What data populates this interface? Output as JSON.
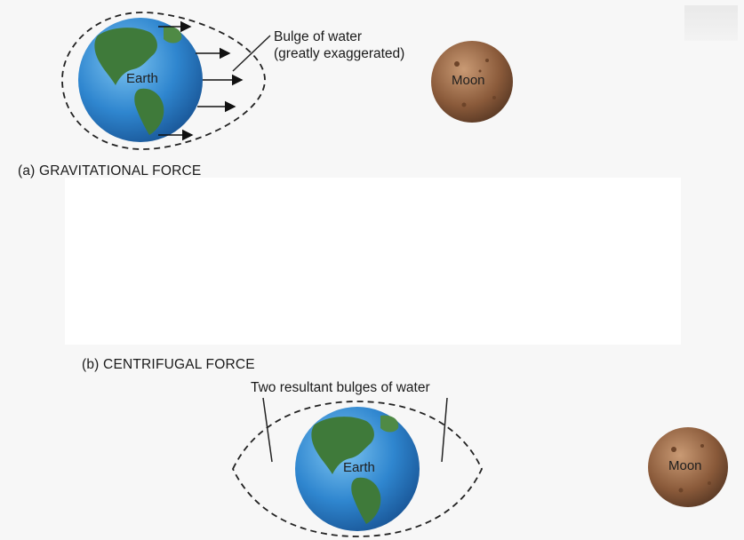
{
  "panel_a": {
    "caption": "(a) GRAVITATIONAL FORCE",
    "callout_line1": "Bulge of water",
    "callout_line2": "(greatly exaggerated)",
    "earth_label": "Earth",
    "moon_label": "Moon"
  },
  "panel_b": {
    "caption": "(b) CENTRIFUGAL FORCE",
    "callout": "Two resultant bulges of water",
    "earth_label": "Earth",
    "moon_label": "Moon"
  },
  "colors": {
    "ocean": "#2f86cf",
    "land": "#3f7a3a",
    "moon": "#8a5a3a",
    "background": "#f7f7f7"
  }
}
